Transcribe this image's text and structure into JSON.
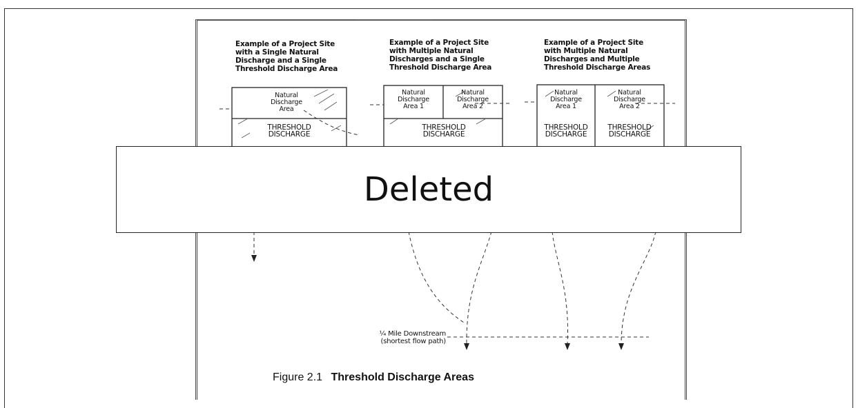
{
  "headings": [
    "Example of a Project Site\nwith a Single Natural\nDischarge and a Single\nThreshold Discharge Area",
    "Example of a Project Site\nwith Multiple Natural\nDischarges and a Single\nThreshold Discharge Area",
    "Example of a Project Site\nwith Multiple Natural\nDischarges and Multiple\nThreshold Discharge Areas"
  ],
  "site1": {
    "natural": "Natural\nDischarge\nArea",
    "threshold": "THRESHOLD\nDISCHARGE"
  },
  "site2": {
    "natural1": "Natural\nDischarge\nArea 1",
    "natural2": "Natural\nDischarge\nArea 2",
    "threshold": "THRESHOLD\nDISCHARGE"
  },
  "site3": {
    "natural1": "Natural\nDischarge\nArea 1",
    "natural2": "Natural\nDischarge\nArea 2",
    "threshold1": "THRESHOLD\nDISCHARGE",
    "threshold2": "THRESHOLD\nDISCHARGE"
  },
  "downstream_label": "¼ Mile Downstream\n(shortest flow path)",
  "caption": {
    "number": "Figure 2.1",
    "title": "Threshold Discharge Areas"
  },
  "deleted_text": "Deleted"
}
